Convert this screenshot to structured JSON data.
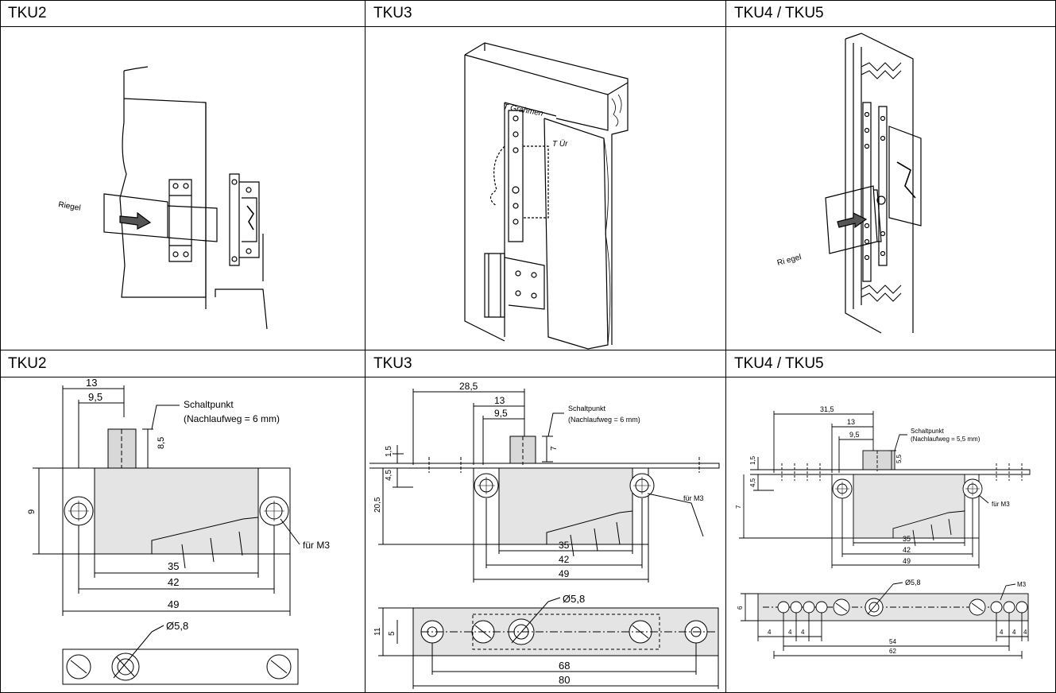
{
  "headers": [
    "TKU2",
    "TKU3",
    "TKU4 / TKU5",
    "TKU2",
    "TKU3",
    "TKU4 / TKU5"
  ],
  "illustrations": {
    "tku2": {
      "riegel": "Riegel"
    },
    "tku3": {
      "rahmen": "T Grahmen",
      "tuer": "T Ür"
    },
    "tku45": {
      "riegel": "Ri egel"
    }
  },
  "tku2_drawing": {
    "d13": "13",
    "d9_5": "9,5",
    "d8_5": "8,5",
    "schaltpunkt": "Schaltpunkt",
    "nachlauf": "(Nachlaufweg = 6 mm)",
    "d9": "9",
    "fuer_m3": "für M3",
    "d35": "35",
    "d42": "42",
    "d49": "49",
    "d5_8": "Ø5,8"
  },
  "tku3_drawing": {
    "d28_5": "28,5",
    "d13": "13",
    "d9_5": "9,5",
    "schaltpunkt": "Schaltpunkt",
    "nachlauf": "(Nachlaufweg = 6 mm)",
    "d1_5": "1,5",
    "d4_5": "4,5",
    "d7": "7",
    "d20_5": "20,5",
    "fuer_m3": "für M3",
    "d35": "35",
    "d42": "42",
    "d49": "49",
    "d5_8": "Ø5,8",
    "d11": "11",
    "d5": "5",
    "d68": "68",
    "d80": "80"
  },
  "tku45_drawing": {
    "d31_5": "31,5",
    "d13": "13",
    "d9_5": "9,5",
    "schaltpunkt": "Schaltpunkt",
    "nachlauf": "(Nachlaufweg = 5,5 mm)",
    "d1_5": "1,5",
    "d4_5": "4,5",
    "d7": "7",
    "d5_5": "5,5",
    "fuer_m3": "für M3",
    "d35": "35",
    "d42": "42",
    "d49": "49",
    "d5_8": "Ø5,8",
    "m3": "M3",
    "d6": "6",
    "d4a": "4",
    "d4b": "4",
    "d4c": "4",
    "d4d": "4",
    "d4e": "4",
    "d4f": "4",
    "d54": "54",
    "d62": "62"
  }
}
